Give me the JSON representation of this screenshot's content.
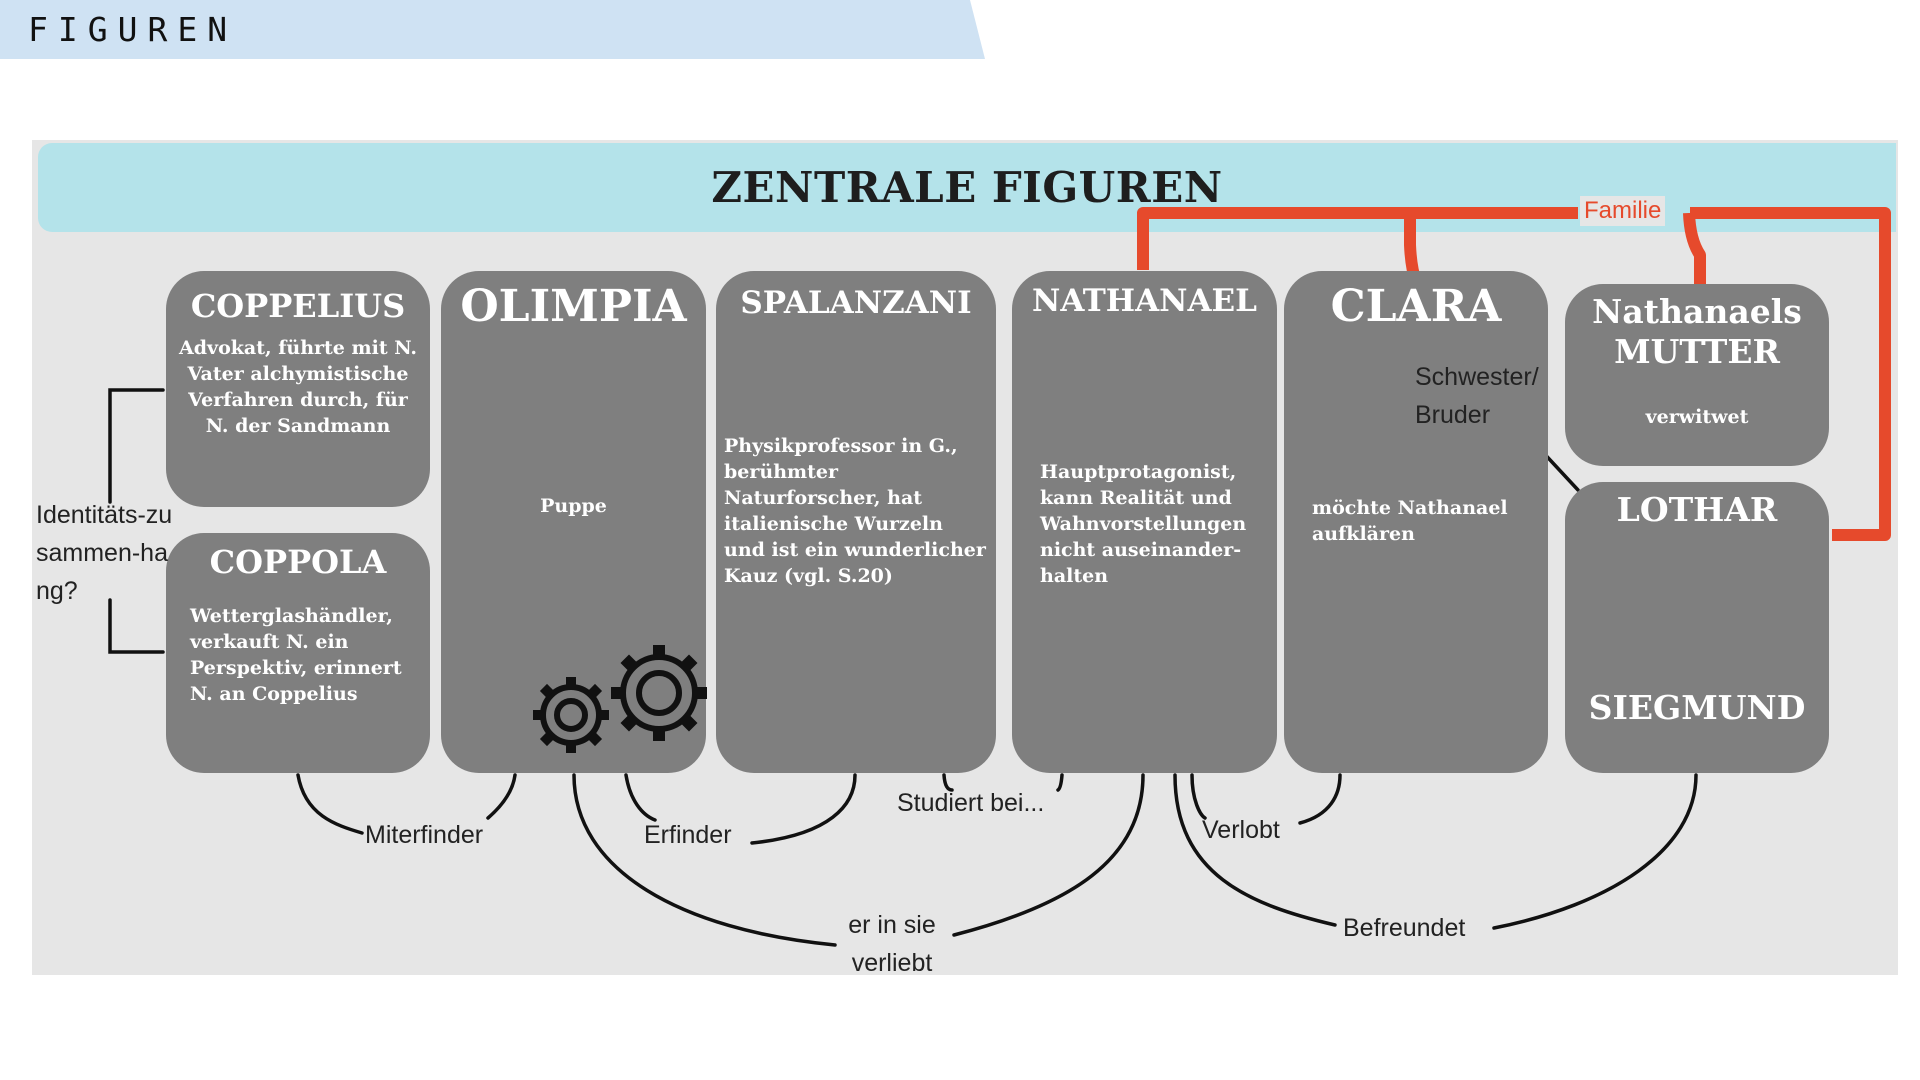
{
  "header": {
    "title": "FIGUREN"
  },
  "diagram": {
    "title": "ZENTRALE FIGUREN",
    "figures": {
      "coppelius": {
        "name": "COPPELIUS",
        "desc": "Advokat, führte mit N. Vater alchymistische Verfahren durch, für N. der Sandmann"
      },
      "coppola": {
        "name": "COPPOLA",
        "desc": "Wetterglashändler, verkauft N. ein Perspektiv, erinnert N. an Coppelius"
      },
      "olimpia": {
        "name": "OLIMPIA",
        "desc": "Puppe"
      },
      "spalanzani": {
        "name": "SPALANZANI",
        "desc": "Physikprofessor in G., berühmter Naturforscher, hat italienische Wurzeln und ist ein wunderlicher Kauz (vgl. S.20)"
      },
      "nathanael": {
        "name": "NATHANAEL",
        "desc": "Hauptprotagonist, kann Realität und Wahnvorstellungen nicht auseinander-halten"
      },
      "clara": {
        "name": "CLARA",
        "desc": "möchte Nathanael aufklären"
      },
      "mutter": {
        "name_line1": "Nathanaels",
        "name_line2": "MUTTER",
        "desc": "verwitwet"
      },
      "lothar": {
        "name": "LOTHAR"
      },
      "siegmund": {
        "name": "SIEGMUND"
      }
    },
    "relations": {
      "identity": "Identitäts-zusammen-hang?",
      "miterfinder": "Miterfinder",
      "erfinder": "Erfinder",
      "studiert": "Studiert bei...",
      "verliebt": "er in sie verliebt",
      "verlobt": "Verlobt",
      "befreundet": "Befreundet",
      "geschwister": "Schwester/ Bruder",
      "familie": "Familie"
    },
    "colors": {
      "box": "#7f7f7f",
      "banner": "#b4e3ea",
      "panel": "#e6e6e6",
      "family_line": "#e64a2c",
      "tab": "#cfe2f3"
    }
  }
}
